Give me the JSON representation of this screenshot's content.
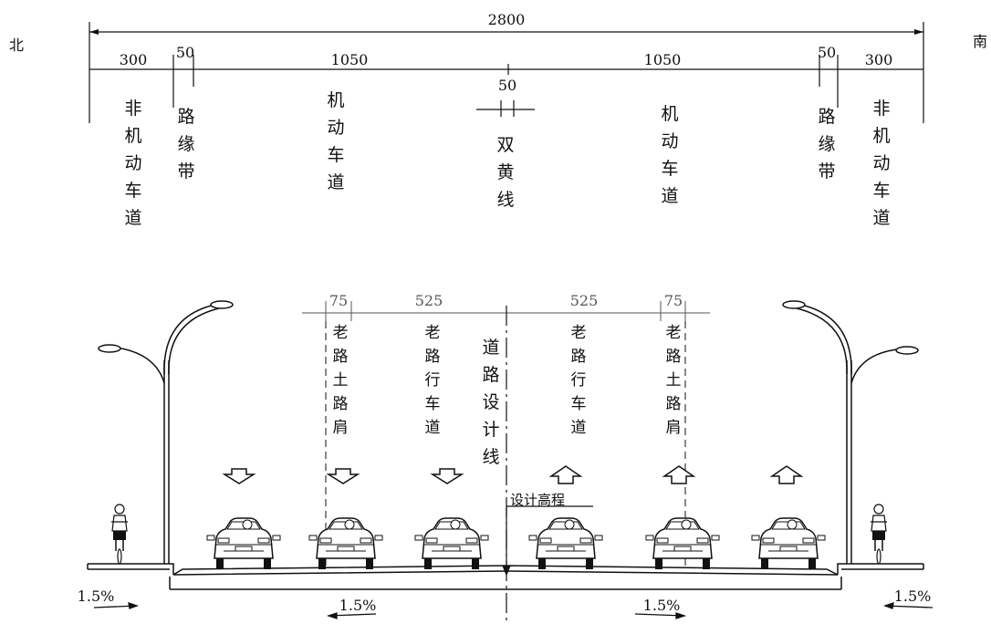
{
  "direction": {
    "north": "北",
    "south": "南"
  },
  "dimensions_top": {
    "total": "2800",
    "segments": [
      "300",
      "50",
      "1050",
      "1050",
      "50",
      "300"
    ],
    "median": "50"
  },
  "zone_labels_top": {
    "bike_lane": "非机动车道",
    "curb_strip": "路缘带",
    "motor_lane": "机动车道",
    "double_yellow": "双黄线"
  },
  "dimensions_lower": [
    "75",
    "525",
    "525",
    "75"
  ],
  "old_road_labels": {
    "shoulder": "老路土路肩",
    "carriageway": "老路行车道",
    "design_line": "道路设计线"
  },
  "design_elevation": "设计高程",
  "slopes": [
    "1.5%",
    "1.5%",
    "1.5%",
    "1.5%"
  ],
  "icons": [
    "street-lamp-icon",
    "cyclist-icon",
    "car-icon",
    "arrow-down-icon",
    "arrow-up-icon"
  ],
  "colors": {
    "line": "#111111",
    "dim_gray": "#555555"
  }
}
